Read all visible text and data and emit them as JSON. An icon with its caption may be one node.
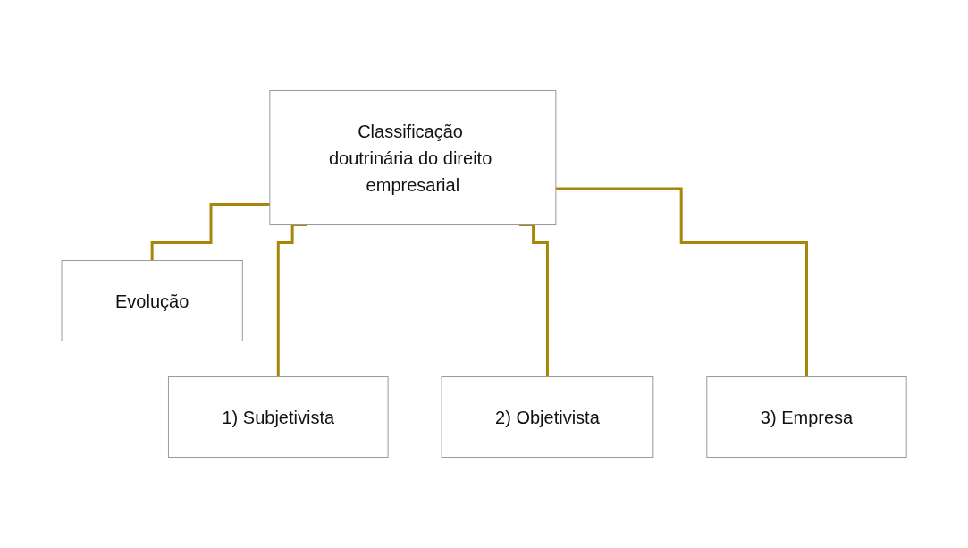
{
  "diagram": {
    "nodes": [
      {
        "text": [
          "Classificação doutrinária do direito empresarial"
        ]
      },
      {
        "text": [
          "Evolução"
        ]
      },
      {
        "text": [
          "1) Subjetivista"
        ]
      },
      {
        "text": [
          "2) Objetivista"
        ]
      },
      {
        "text": [
          "3) Empresa"
        ]
      }
    ],
    "edges": [
      {
        "from": 0,
        "to": 1,
        "arrow": "none"
      },
      {
        "from": 0,
        "to": 2,
        "arrow": "none"
      },
      {
        "from": 0,
        "to": 3,
        "arrow": "none"
      },
      {
        "from": 0,
        "to": 4,
        "arrow": "none"
      }
    ]
  }
}
